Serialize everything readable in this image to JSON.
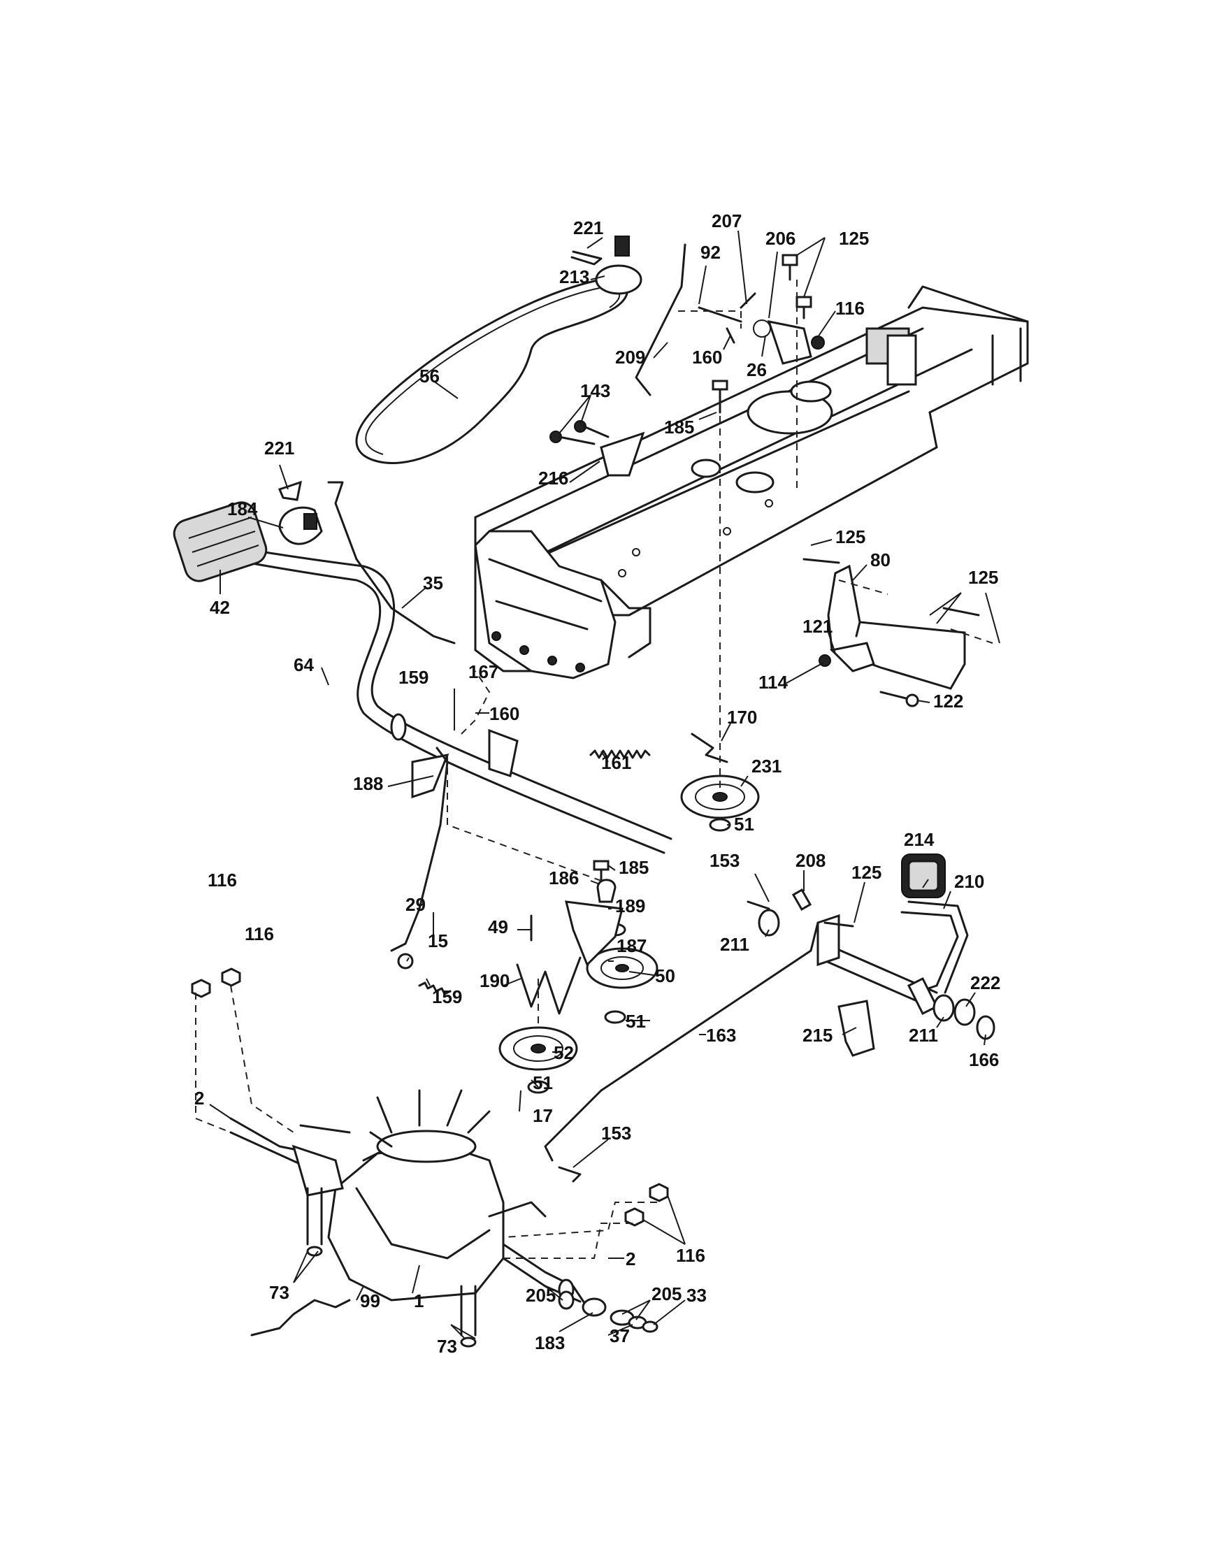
{
  "parts": [
    {
      "label": "221"
    },
    {
      "label": "213"
    },
    {
      "label": "207"
    },
    {
      "label": "206"
    },
    {
      "label": "125"
    },
    {
      "label": "92"
    },
    {
      "label": "116"
    },
    {
      "label": "56"
    },
    {
      "label": "209"
    },
    {
      "label": "160"
    },
    {
      "label": "26"
    },
    {
      "label": "143"
    },
    {
      "label": "185"
    },
    {
      "label": "216"
    },
    {
      "label": "221"
    },
    {
      "label": "184"
    },
    {
      "label": "42"
    },
    {
      "label": "35"
    },
    {
      "label": "125"
    },
    {
      "label": "80"
    },
    {
      "label": "125"
    },
    {
      "label": "121"
    },
    {
      "label": "114"
    },
    {
      "label": "122"
    },
    {
      "label": "64"
    },
    {
      "label": "159"
    },
    {
      "label": "167"
    },
    {
      "label": "160"
    },
    {
      "label": "170"
    },
    {
      "label": "161"
    },
    {
      "label": "231"
    },
    {
      "label": "51"
    },
    {
      "label": "188"
    },
    {
      "label": "185"
    },
    {
      "label": "186"
    },
    {
      "label": "153"
    },
    {
      "label": "208"
    },
    {
      "label": "214"
    },
    {
      "label": "125"
    },
    {
      "label": "210"
    },
    {
      "label": "116"
    },
    {
      "label": "29"
    },
    {
      "label": "189"
    },
    {
      "label": "49"
    },
    {
      "label": "211"
    },
    {
      "label": "116"
    },
    {
      "label": "15"
    },
    {
      "label": "187"
    },
    {
      "label": "159"
    },
    {
      "label": "190"
    },
    {
      "label": "50"
    },
    {
      "label": "222"
    },
    {
      "label": "51"
    },
    {
      "label": "163"
    },
    {
      "label": "215"
    },
    {
      "label": "211"
    },
    {
      "label": "166"
    },
    {
      "label": "52"
    },
    {
      "label": "51"
    },
    {
      "label": "2"
    },
    {
      "label": "17"
    },
    {
      "label": "153"
    },
    {
      "label": "116"
    },
    {
      "label": "2"
    },
    {
      "label": "205"
    },
    {
      "label": "73"
    },
    {
      "label": "99"
    },
    {
      "label": "1"
    },
    {
      "label": "33"
    },
    {
      "label": "205"
    },
    {
      "label": "37"
    },
    {
      "label": "183"
    },
    {
      "label": "73"
    }
  ]
}
